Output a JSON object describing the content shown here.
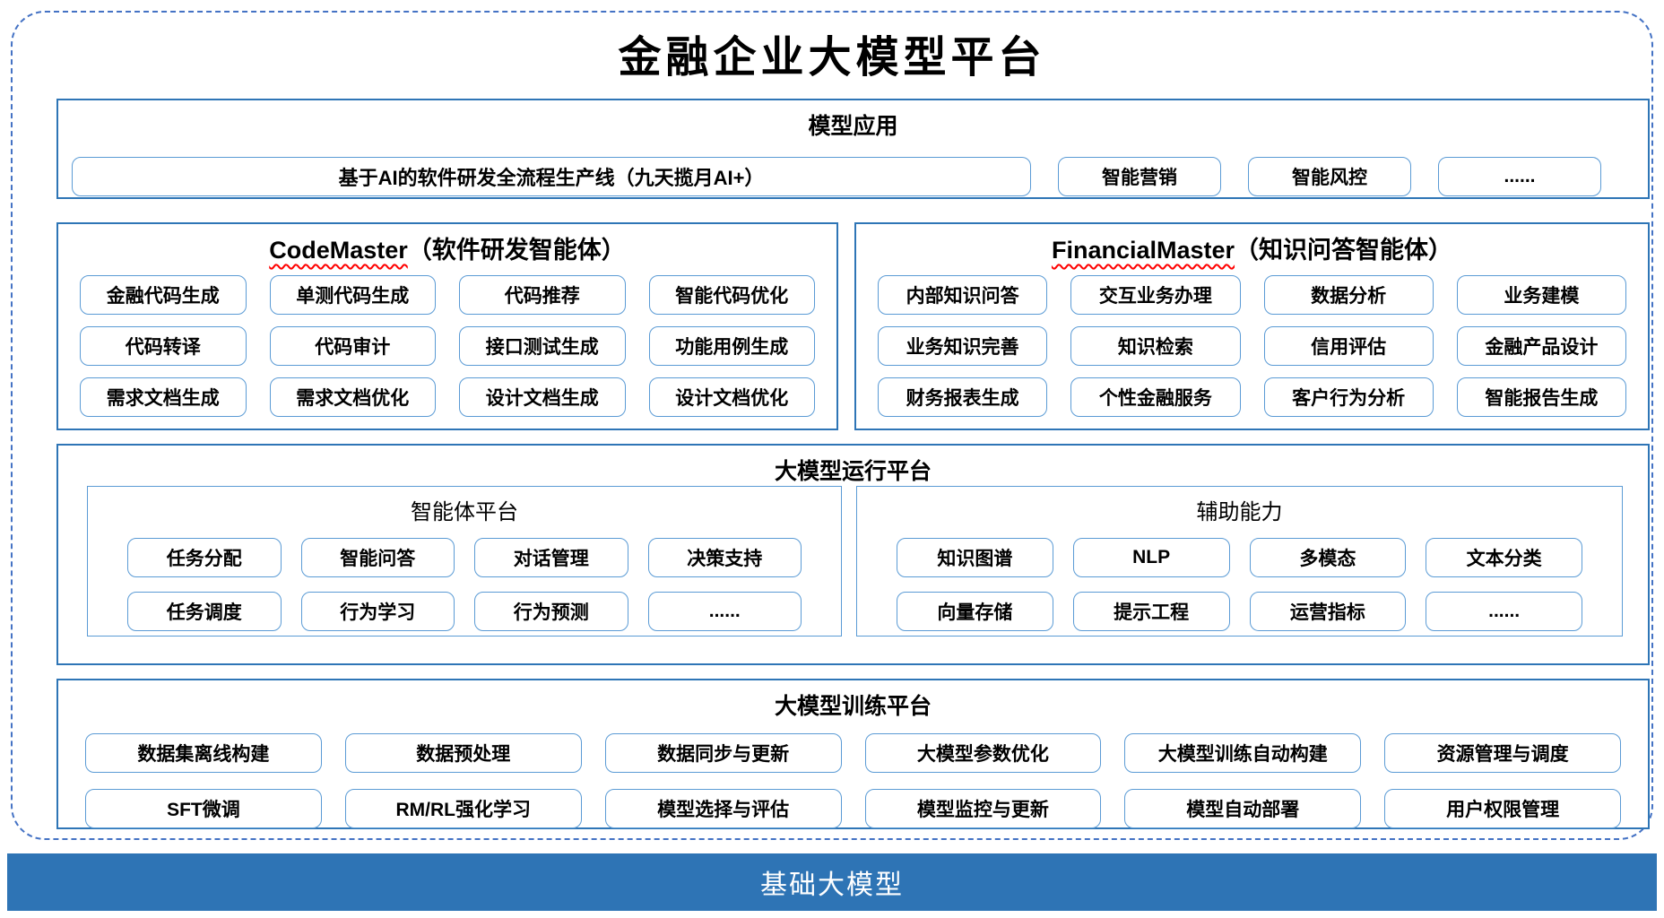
{
  "title": "金融企业大模型平台",
  "model_app": {
    "title": "模型应用",
    "wide_button": "基于AI的软件研发全流程生产线（九天揽月AI+）",
    "buttons": [
      "智能营销",
      "智能风控",
      "......"
    ]
  },
  "code_master": {
    "name": "CodeMaster",
    "suffix": "（软件研发智能体）",
    "items": [
      "金融代码生成",
      "单测代码生成",
      "代码推荐",
      "智能代码优化",
      "代码转译",
      "代码审计",
      "接口测试生成",
      "功能用例生成",
      "需求文档生成",
      "需求文档优化",
      "设计文档生成",
      "设计文档优化"
    ]
  },
  "financial_master": {
    "name": "FinancialMaster",
    "suffix": "（知识问答智能体）",
    "items": [
      "内部知识问答",
      "交互业务办理",
      "数据分析",
      "业务建模",
      "业务知识完善",
      "知识检索",
      "信用评估",
      "金融产品设计",
      "财务报表生成",
      "个性金融服务",
      "客户行为分析",
      "智能报告生成"
    ]
  },
  "runtime": {
    "title": "大模型运行平台",
    "agent_platform": {
      "title": "智能体平台",
      "items": [
        "任务分配",
        "智能问答",
        "对话管理",
        "决策支持",
        "任务调度",
        "行为学习",
        "行为预测",
        "......"
      ]
    },
    "aux_ability": {
      "title": "辅助能力",
      "items": [
        "知识图谱",
        "NLP",
        "多模态",
        "文本分类",
        "向量存储",
        "提示工程",
        "运营指标",
        "......"
      ]
    }
  },
  "training": {
    "title": "大模型训练平台",
    "items": [
      "数据集离线构建",
      "数据预处理",
      "数据同步与更新",
      "大模型参数优化",
      "大模型训练自动构建",
      "资源管理与调度",
      "SFT微调",
      "RM/RL强化学习",
      "模型选择与评估",
      "模型监控与更新",
      "模型自动部署",
      "用户权限管理"
    ]
  },
  "base_model": {
    "label": "基础大模型"
  },
  "colors": {
    "dashed_border": "#4472C4",
    "section_border": "#2E75B6",
    "button_border": "#5B9BD5",
    "bar_background": "#2E74B5",
    "bar_text": "#FFFFFF",
    "squiggle_underline": "#FF0000"
  }
}
